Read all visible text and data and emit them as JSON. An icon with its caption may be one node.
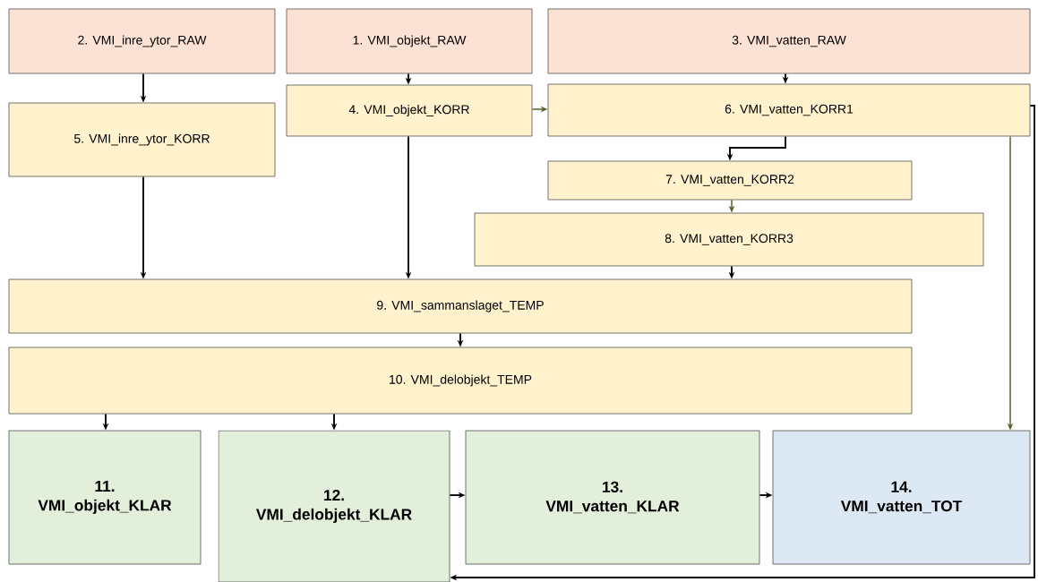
{
  "diagram": {
    "nodes": [
      {
        "text": [
          "2. VMI_inre_ytor_RAW"
        ]
      },
      {
        "text": [
          "1. VMI_objekt_RAW"
        ]
      },
      {
        "text": [
          "3. VMI_vatten_RAW"
        ]
      },
      {
        "text": [
          "4. VMI_objekt_KORR"
        ]
      },
      {
        "text": [
          "6. VMI_vatten_KORR1"
        ]
      },
      {
        "text": [
          "5. VMI_inre_ytor_KORR"
        ]
      },
      {
        "text": [
          "7. VMI_vatten_KORR2"
        ]
      },
      {
        "text": [
          "8. VMI_vatten_KORR3"
        ]
      },
      {
        "text": [
          "9. VMI_sammanslaget_TEMP"
        ]
      },
      {
        "text": [
          "10. VMI_delobjekt_TEMP"
        ]
      },
      {
        "text": [
          "11. VMI_objekt_KLAR"
        ]
      },
      {
        "text": [
          "12. VMI_delobjekt_KLAR"
        ]
      },
      {
        "text": [
          "13. VMI_vatten_KLAR"
        ]
      },
      {
        "text": [
          "14. VMI_vatten_TOT"
        ]
      }
    ],
    "edges": [
      {
        "from": 0,
        "to": 5,
        "arrow": "to"
      },
      {
        "from": 1,
        "to": 3,
        "arrow": "to"
      },
      {
        "from": 2,
        "to": 4,
        "arrow": "to"
      },
      {
        "from": 3,
        "to": 4,
        "arrow": "to",
        "color": "#4f6228"
      },
      {
        "from": 4,
        "to": 6,
        "arrow": "to"
      },
      {
        "from": 6,
        "to": 7,
        "arrow": "to",
        "color": "#4f6228"
      },
      {
        "from": 5,
        "to": 8,
        "arrow": "to"
      },
      {
        "from": 3,
        "to": 8,
        "arrow": "to"
      },
      {
        "from": 7,
        "to": 8,
        "arrow": "to"
      },
      {
        "from": 8,
        "to": 9,
        "arrow": "to"
      },
      {
        "from": 9,
        "to": 10,
        "arrow": "to"
      },
      {
        "from": 9,
        "to": 11,
        "arrow": "to"
      },
      {
        "from": 11,
        "to": 12,
        "arrow": "to"
      },
      {
        "from": 12,
        "to": 13,
        "arrow": "to"
      },
      {
        "from": 4,
        "to": 13,
        "arrow": "to",
        "color": "#4f6228"
      },
      {
        "from": 4,
        "to": 11,
        "arrow": "to"
      }
    ]
  }
}
